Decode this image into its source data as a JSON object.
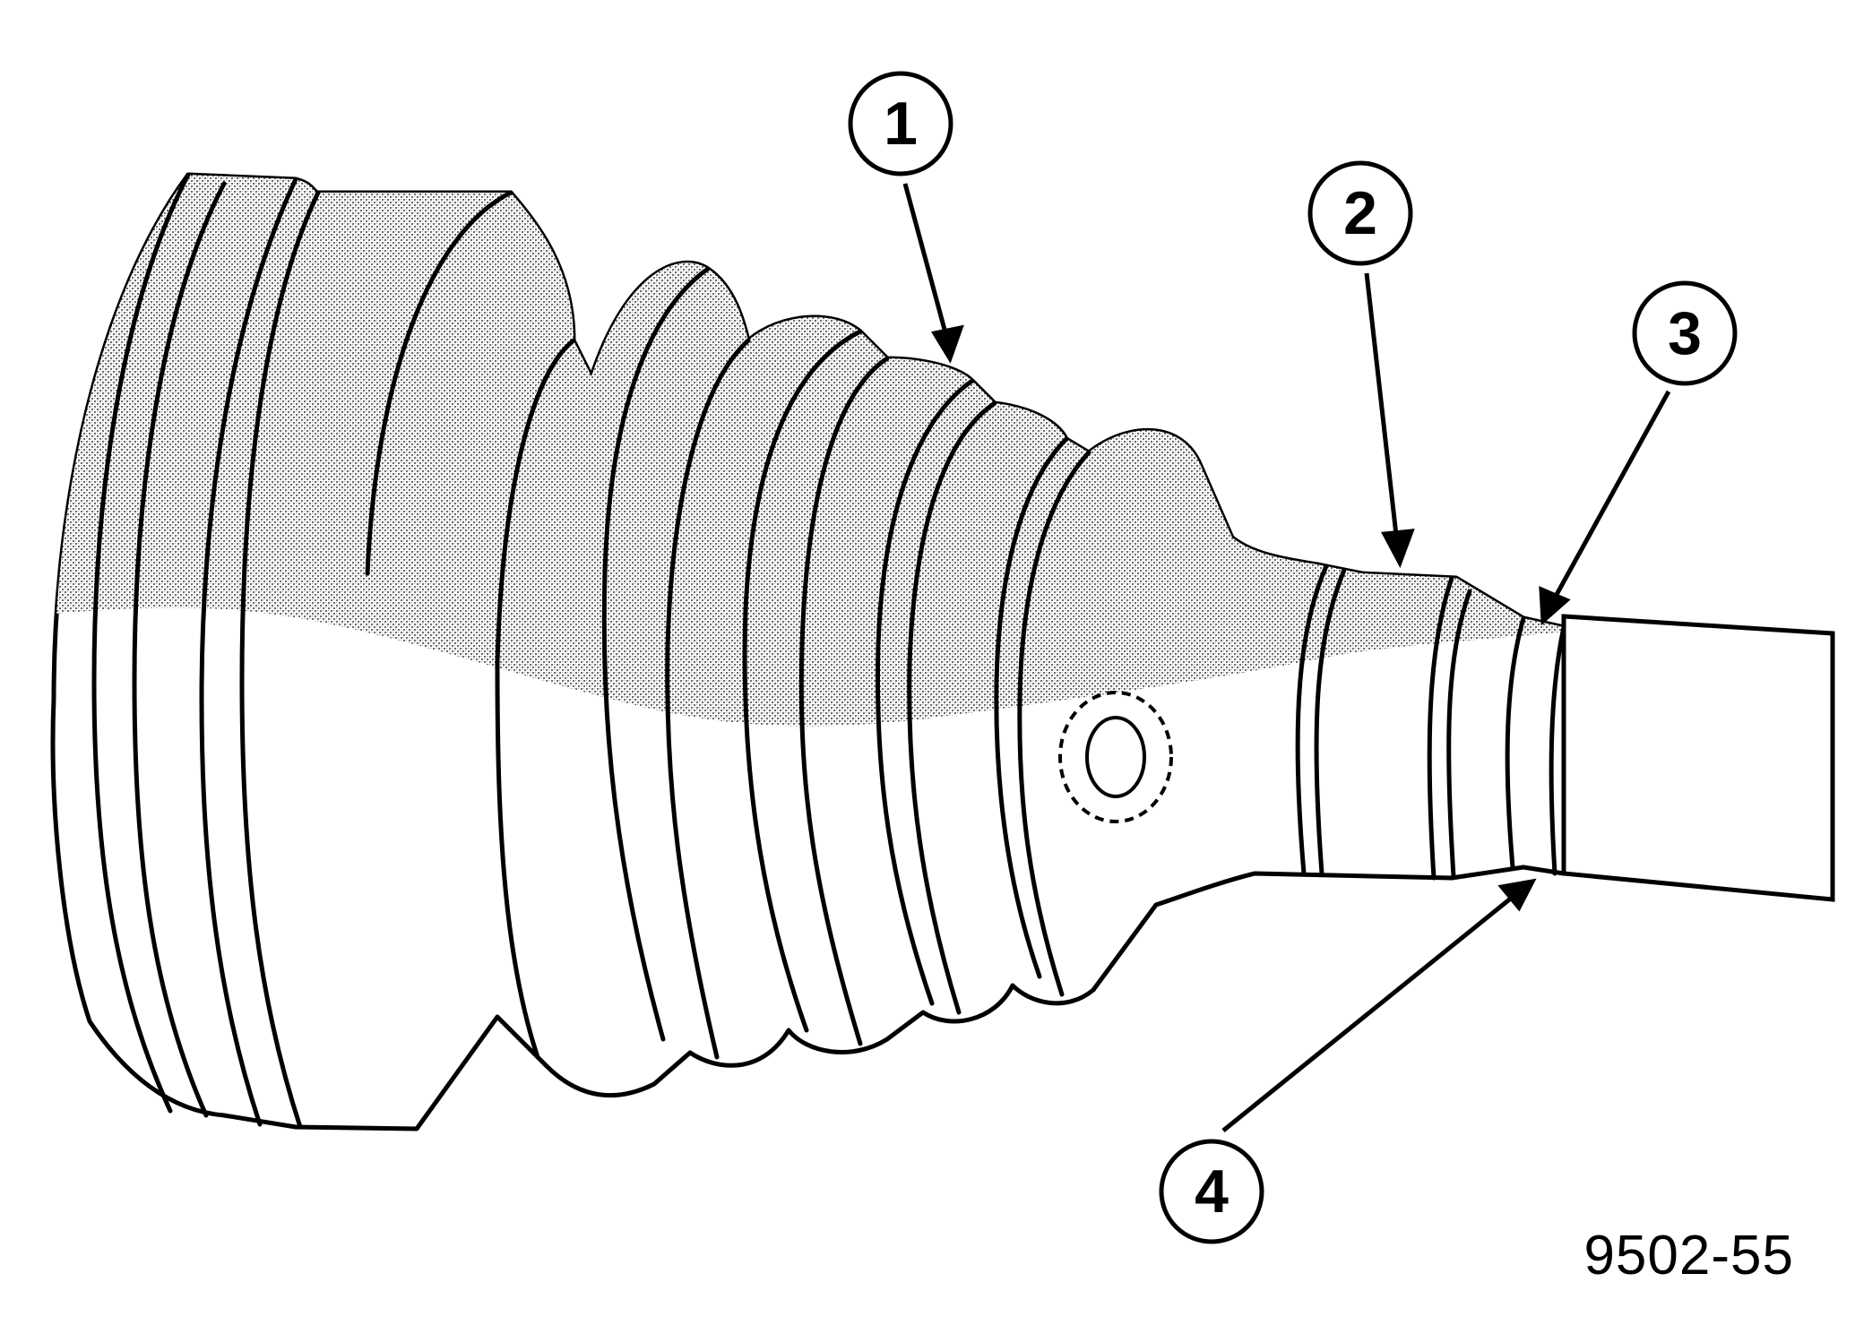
{
  "figure": {
    "number": "9502-55"
  },
  "callouts": [
    {
      "id": "1",
      "label": "1"
    },
    {
      "id": "2",
      "label": "2"
    },
    {
      "id": "3",
      "label": "3"
    },
    {
      "id": "4",
      "label": "4"
    }
  ],
  "colors": {
    "ink": "#000000",
    "paper": "#ffffff",
    "shade": "#b8b8b8"
  }
}
